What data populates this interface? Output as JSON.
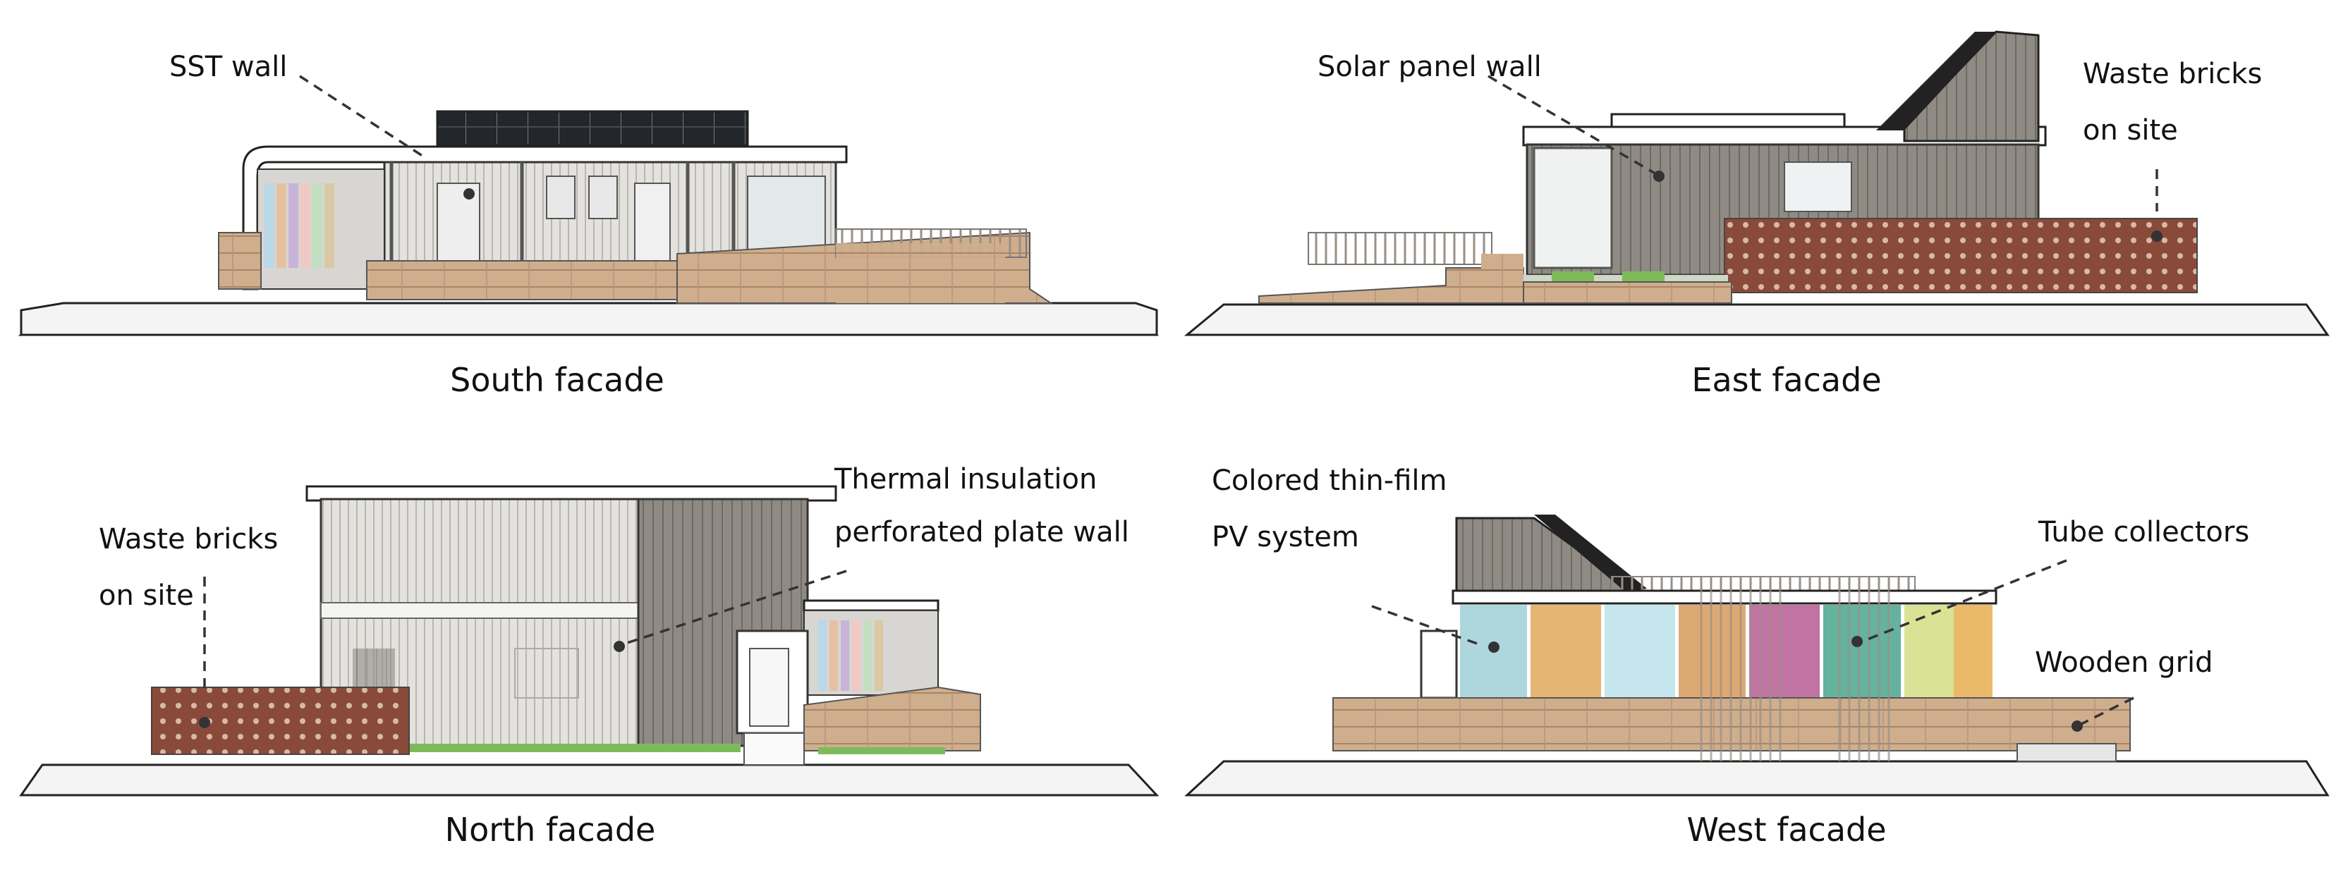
{
  "panels": {
    "south": {
      "caption": "South facade",
      "annotations": [
        "SST wall"
      ]
    },
    "east": {
      "caption": "East facade",
      "annotations": [
        "Solar panel wall",
        "Waste bricks",
        "on site"
      ]
    },
    "north": {
      "caption": "North facade",
      "annotations": [
        "Waste bricks",
        "on site",
        "Thermal insulation",
        "perforated plate wall"
      ]
    },
    "west": {
      "caption": "West facade",
      "annotations": [
        "Colored thin-film",
        "PV system",
        "Tube collectors",
        "Wooden grid"
      ]
    }
  },
  "colors": {
    "wall_gray": "#8f8b84",
    "wall_light": "#d9d6d0",
    "wood": "#c9a98a",
    "brick": "#8a4a3a",
    "solar": "#2a2d33",
    "grass": "#7dbb5a",
    "pv_strips": [
      "#9fd0d6",
      "#e0a95b",
      "#bfe3ea",
      "#d79a5b",
      "#b65c93",
      "#4aa58e",
      "#d6e08a",
      "#e8b25a"
    ]
  }
}
